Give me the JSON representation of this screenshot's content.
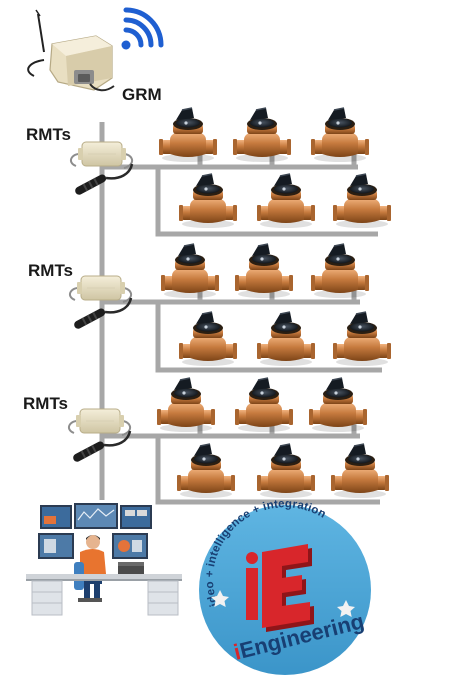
{
  "labels": {
    "grm": "GRM",
    "rmt_1": "RMTs",
    "rmt_2": "RMTs",
    "rmt_3": "RMTs"
  },
  "logo": {
    "arc_text": "ideo + intelligence + integration",
    "wordmark_i": "i",
    "wordmark_rest": "Engineering",
    "emblem_letter": "E"
  },
  "icons": {
    "gateway": "gateway-radio-module-icon",
    "wifi": "wifi-signal-icon",
    "rmt": "rmt-transmitter-icon",
    "meter": "water-meter-icon",
    "operator": "control-room-operator-icon"
  },
  "colors": {
    "pipe": "#a7a7a7",
    "brass": "#c67a3e",
    "wifi": "#1f5fd1",
    "logo_bg": "#4aa6d6",
    "logo_red": "#d8262b",
    "logo_navy": "#183f73",
    "label_text": "#1a1a1a"
  }
}
